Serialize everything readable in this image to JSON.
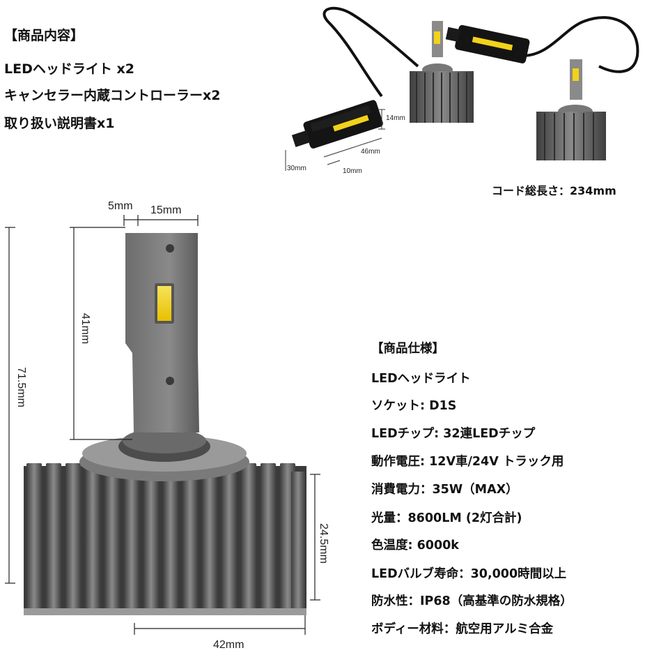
{
  "package": {
    "heading": "【商品内容】",
    "items": [
      "LEDヘッドライト x2",
      "キャンセラー内蔵コントローラーx2",
      "取り扱い説明書x1"
    ]
  },
  "controller_dims": {
    "height": "14mm",
    "length": "46mm",
    "plug_length": "10mm",
    "width": "30mm"
  },
  "cord_length": "コード総長さ：234mm",
  "bulb_dims": {
    "tab_offset": "5mm",
    "tab_width": "15mm",
    "neck_height": "41mm",
    "total_height": "71.5mm",
    "base_height": "24.5mm",
    "base_width": "42mm"
  },
  "spec": {
    "heading": "【商品仕様】",
    "items": [
      "LEDヘッドライト",
      "ソケット: D1S",
      "LEDチップ: 32連LEDチップ",
      "動作電圧: 12V車/24V トラック用",
      "消費電力：35W（MAX）",
      "光量：8600LM (2灯合計)",
      "色温度: 6000k",
      "LEDバルブ寿命：30,000時間以上",
      "防水性：IP68（高基準の防水規格）",
      "ボディー材料：航空用アルミ合金"
    ]
  },
  "colors": {
    "body_gray": "#6b6b6b",
    "fin_dark": "#4a4a4a",
    "led_yellow": "#f2d21a",
    "controller_black": "#141414"
  }
}
